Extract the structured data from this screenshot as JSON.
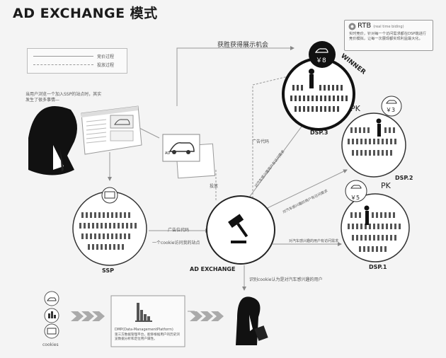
{
  "title": "AD EXCHANGE 模式",
  "legend": {
    "bid": "竞价过程",
    "deliver": "投放过程"
  },
  "rtb": {
    "name": "RTB",
    "subtitle": "(real time biding)",
    "desc": "实时竞价，针对每一个访问需求都在DSP端进行竞价模拟，让每一次展现都实现利益最大化。"
  },
  "header_label": "获胜获得展示机会",
  "winner_label": "WINNER",
  "user_note": "当用户浏览一个加入SSP的站点时，其实发生了很多事情—",
  "nodes": {
    "ssp": "SSP",
    "adx": "AD EXCHANGE",
    "dsp1": "DSP.1",
    "dsp2": "DSP.2",
    "dsp3": "DSP.3",
    "dmp_title": "DMP(Data-ManagementPlatform)",
    "dmp_desc": "第三方数据管理平台，能够根据用户的历史浏览数据分析和定位用户属性。",
    "cookies": "cookies"
  },
  "prices": {
    "dsp3": "￥8",
    "dsp2": "￥3",
    "dsp1": "￥5"
  },
  "pk": {
    "a": "PK",
    "b": "PK"
  },
  "edges": {
    "ad_code_top": "广告代码",
    "deliver": "投放",
    "ad_slot_code": "广告位代码",
    "visit_site": "一个cookie访问我的站点",
    "req_dsp3": "对汽车感兴趣用户有访问需求",
    "req_dsp2": "对汽车感兴趣的用户有访问需求",
    "req_dsp1": "对汽车感兴趣的用户有访问需求",
    "identify": "识别cookie认为是对汽车感兴趣的用户"
  },
  "ad_tag": "AD",
  "colors": {
    "ink": "#1a1a1a",
    "line": "#888888",
    "bg": "#f4f4f4"
  }
}
